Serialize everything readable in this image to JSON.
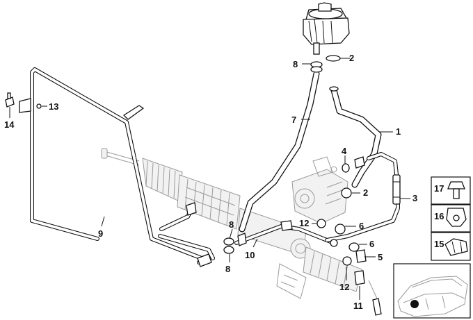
{
  "diagram": {
    "callouts": [
      {
        "id": "c1",
        "text": "1"
      },
      {
        "id": "c2a",
        "text": "2"
      },
      {
        "id": "c2b",
        "text": "2"
      },
      {
        "id": "c3",
        "text": "3"
      },
      {
        "id": "c4",
        "text": "4"
      },
      {
        "id": "c5",
        "text": "5"
      },
      {
        "id": "c6a",
        "text": "6"
      },
      {
        "id": "c6b",
        "text": "6"
      },
      {
        "id": "c7",
        "text": "7"
      },
      {
        "id": "c8a",
        "text": "8"
      },
      {
        "id": "c8b",
        "text": "8"
      },
      {
        "id": "c8c",
        "text": "8"
      },
      {
        "id": "c9",
        "text": "9"
      },
      {
        "id": "c10",
        "text": "10"
      },
      {
        "id": "c11",
        "text": "11"
      },
      {
        "id": "c12a",
        "text": "12"
      },
      {
        "id": "c12b",
        "text": "12"
      },
      {
        "id": "c13",
        "text": "13"
      },
      {
        "id": "c14",
        "text": "14"
      },
      {
        "id": "c15",
        "text": "15"
      },
      {
        "id": "c16",
        "text": "16"
      },
      {
        "id": "c17",
        "text": "17"
      }
    ]
  }
}
